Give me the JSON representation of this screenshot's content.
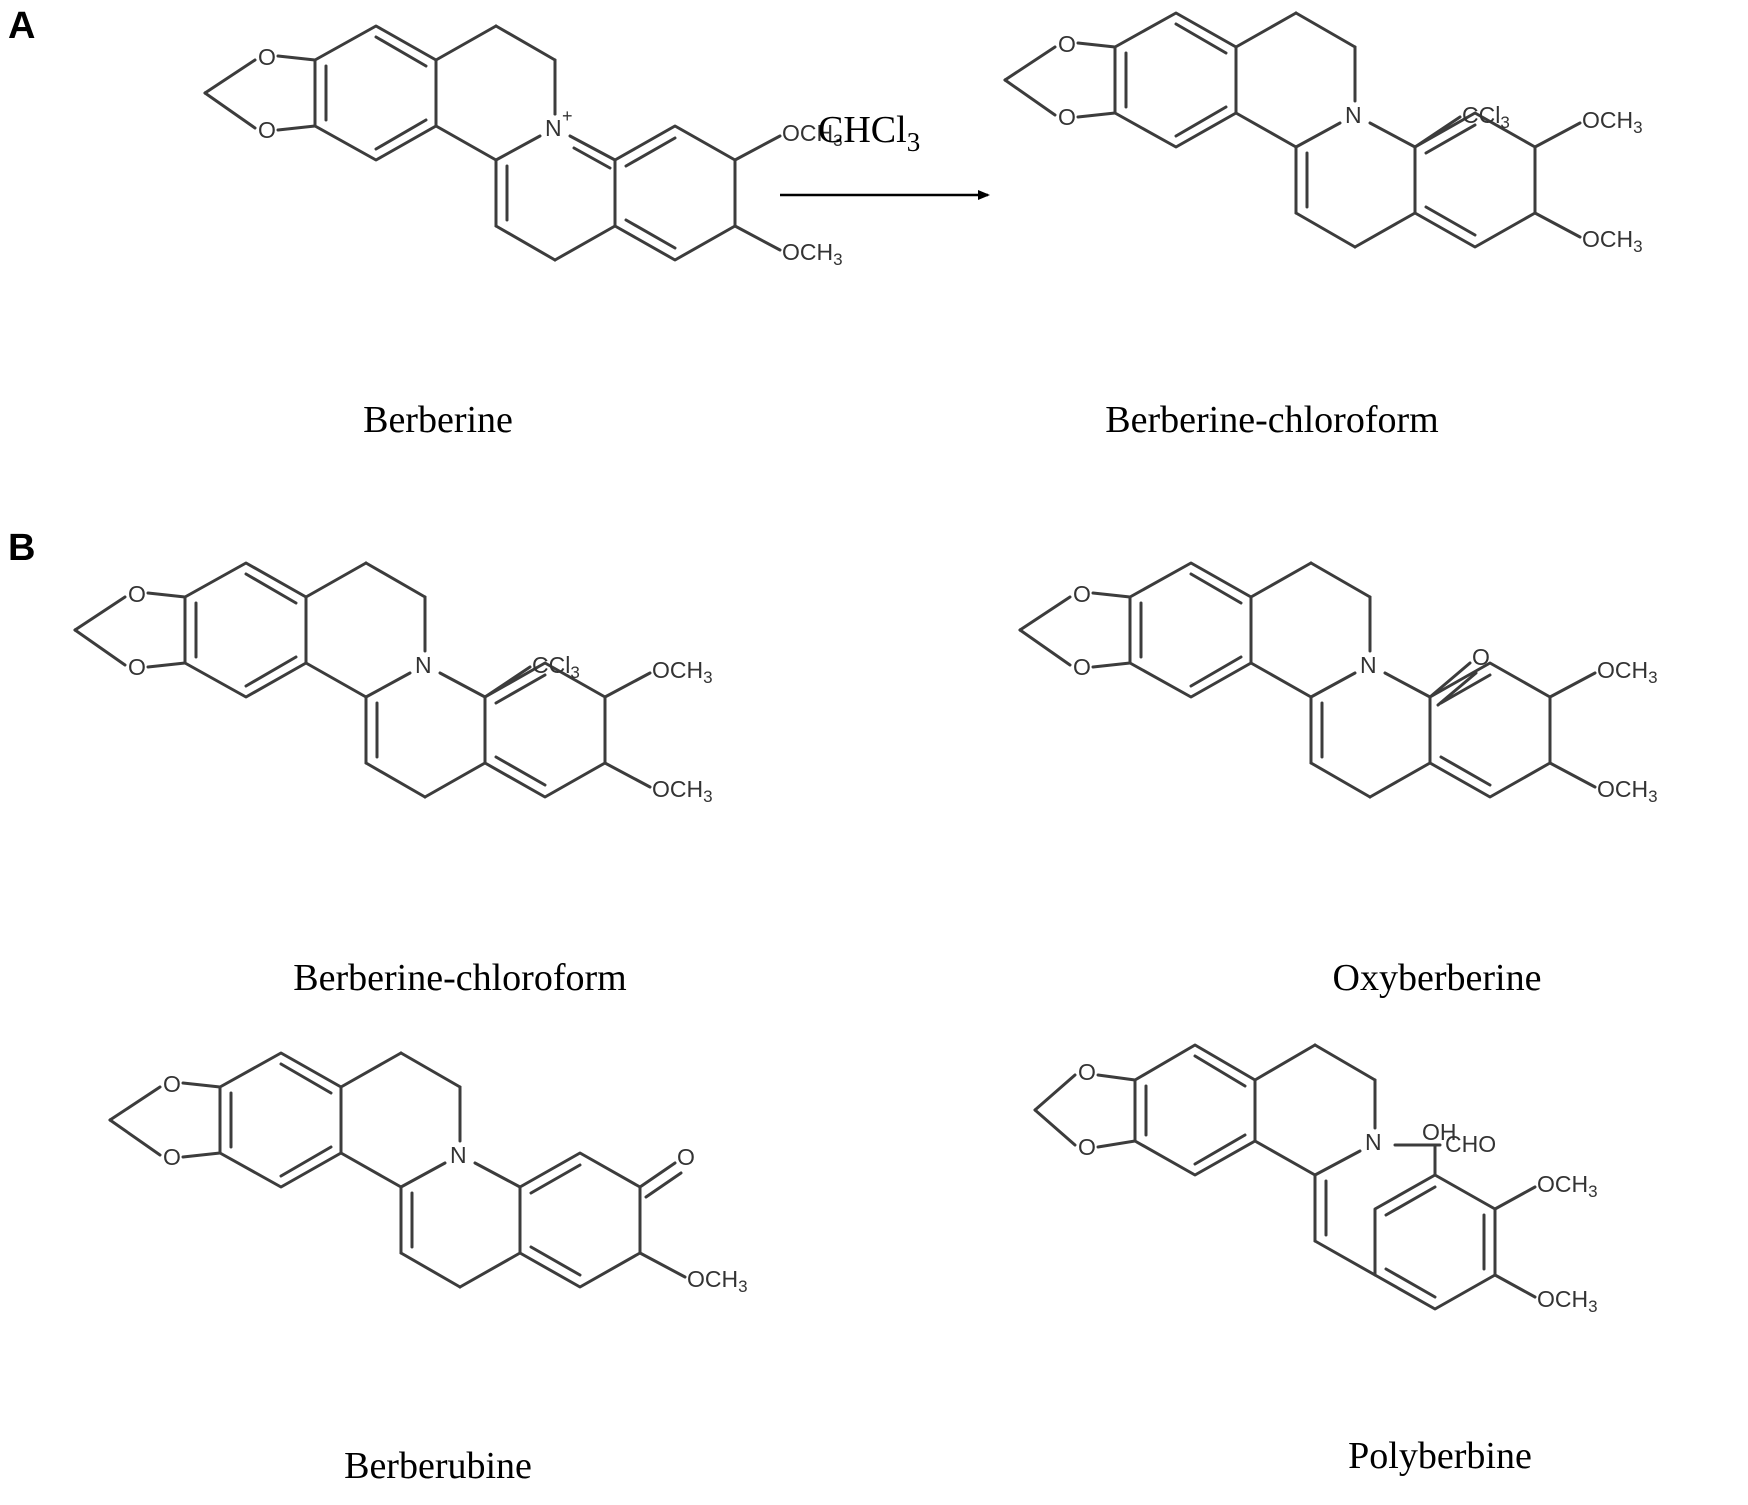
{
  "panels": {
    "a": "A",
    "b": "B"
  },
  "reaction": {
    "reagent": "CHCl",
    "reagent_sub": "3"
  },
  "molecules": {
    "berberine": {
      "name": "Berberine",
      "ring_o1": "O",
      "ring_o2": "O",
      "nitrogen": "N",
      "charge": "+",
      "ome1": "OCH",
      "ome1_sub": "3",
      "ome2": "OCH",
      "ome2_sub": "3"
    },
    "bc_a": {
      "name": "Berberine-chloroform",
      "ring_o1": "O",
      "ring_o2": "O",
      "nitrogen": "N",
      "ccl3": "CCl",
      "ccl3_sub": "3",
      "ome1": "OCH",
      "ome1_sub": "3",
      "ome2": "OCH",
      "ome2_sub": "3"
    },
    "bc_b": {
      "name": "Berberine-chloroform",
      "ring_o1": "O",
      "ring_o2": "O",
      "nitrogen": "N",
      "ccl3": "CCl",
      "ccl3_sub": "3",
      "ome1": "OCH",
      "ome1_sub": "3",
      "ome2": "OCH",
      "ome2_sub": "3"
    },
    "oxyberberine": {
      "name": "Oxyberberine",
      "ring_o1": "O",
      "ring_o2": "O",
      "nitrogen": "N",
      "carbonyl": "O",
      "ome1": "OCH",
      "ome1_sub": "3",
      "ome2": "OCH",
      "ome2_sub": "3"
    },
    "berberubine": {
      "name": "Berberubine",
      "ring_o1": "O",
      "ring_o2": "O",
      "nitrogen": "N",
      "carbonyl": "O",
      "ome": "OCH",
      "ome_sub": "3"
    },
    "polyberbine": {
      "name": "Polyberbine",
      "ring_o1": "O",
      "ring_o2": "O",
      "nitrogen": "N",
      "cho": "CHO",
      "oh": "OH",
      "ome1": "OCH",
      "ome1_sub": "3",
      "ome2": "OCH",
      "ome2_sub": "3"
    }
  }
}
